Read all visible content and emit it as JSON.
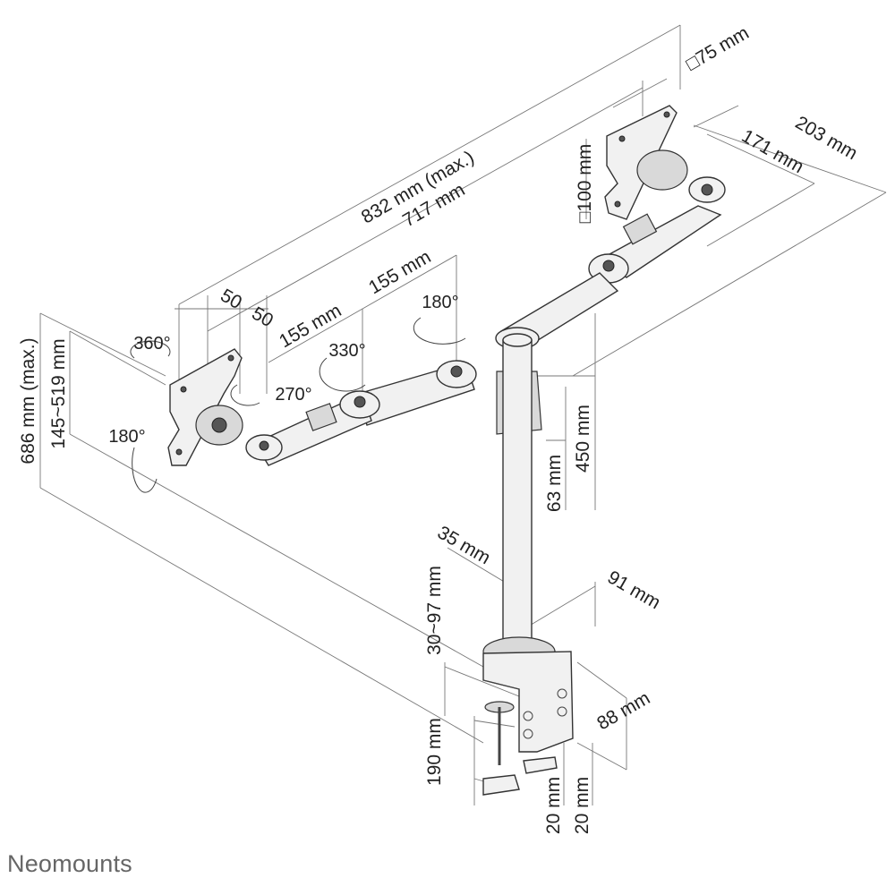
{
  "brand": "Neomounts",
  "dimensions": {
    "overall_max_width": "832 mm (max.)",
    "width": "717 mm",
    "vesa_square_75": "□75 mm",
    "vesa_square_100": "□100 mm",
    "depth_total": "203 mm",
    "depth": "171 mm",
    "offset_left": "50",
    "offset_right": "50",
    "arm_segment_1": "155 mm",
    "arm_segment_2": "155 mm",
    "max_height": "686 mm (max.)",
    "height_range": "145~519 mm",
    "pole_height": "450 mm",
    "pole_offset": "63 mm",
    "pole_diameter": "35 mm",
    "base_depth": "91 mm",
    "desk_thickness": "30~97 mm",
    "clamp_width": "88 mm",
    "clamp_height": "190 mm",
    "foot_left": "20 mm",
    "foot_right": "20 mm"
  },
  "rotations": {
    "swivel_360": "360°",
    "tilt_180_left": "180°",
    "rotate_270": "270°",
    "rotate_330": "330°",
    "tilt_180_top": "180°"
  }
}
